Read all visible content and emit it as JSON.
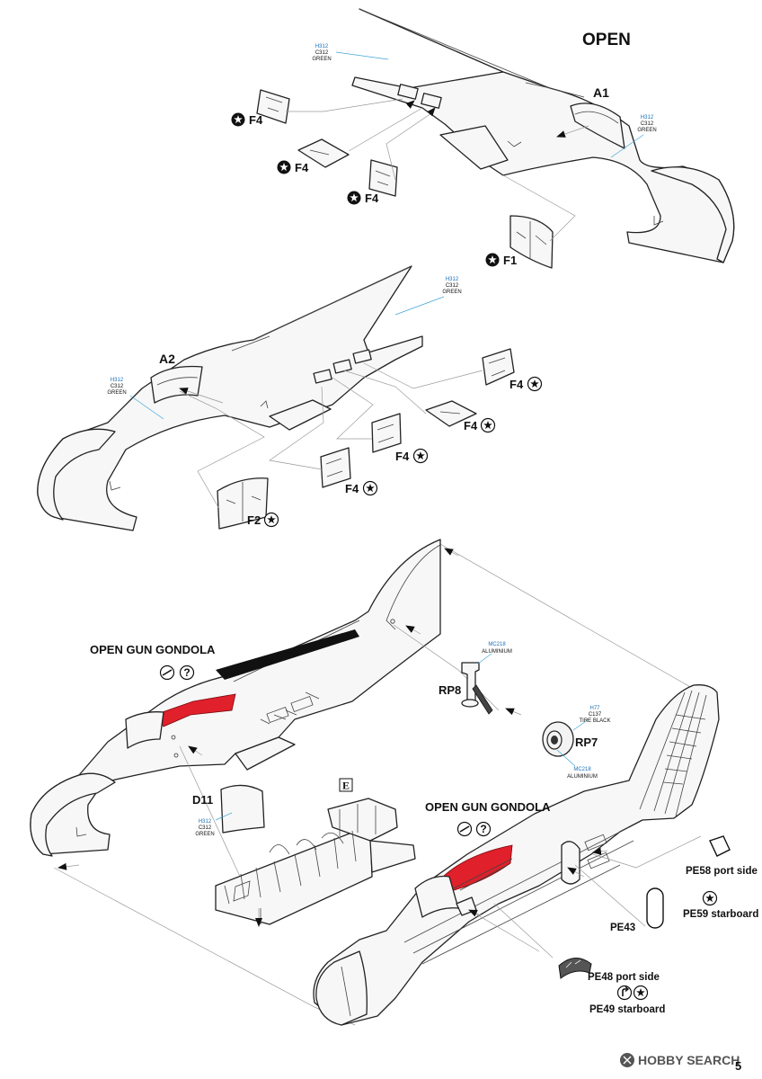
{
  "heading": "OPEN",
  "gondola_label": "OPEN GUN GONDOLA",
  "upper_assembly": {
    "part": "A1",
    "windows": [
      "F4",
      "F4",
      "F4",
      "F1"
    ]
  },
  "middle_assembly": {
    "part": "A2",
    "windows": [
      "F4",
      "F4",
      "F4",
      "F4",
      "F2"
    ]
  },
  "colour_callouts": {
    "canopy_green": {
      "codes": [
        "H312",
        "C312"
      ],
      "name": "GREEN"
    },
    "aluminium": {
      "codes": [
        "MC218"
      ],
      "name": "ALUMINIUM"
    },
    "tire": {
      "codes": [
        "H77",
        "C137"
      ],
      "name": "TIRE BLACK"
    }
  },
  "lower_parts": {
    "tail_wheel_strut": "RP8",
    "tail_wheel": "RP7",
    "headrest": "D11",
    "cockpit_tub_letter": "E",
    "pe_port_panel": "PE58 port side",
    "pe_starboard_panel": "PE59 starboard",
    "pe_oval_frame": "PE43",
    "pe_front_port": "PE48 port side",
    "pe_front_starboard": "PE49 starboard"
  },
  "page_number": "5",
  "watermark": "HOBBY SEARCH",
  "colors": {
    "gondola_red": "#e0202a",
    "callout_blue": "#1b6fb5",
    "outline": "#222222"
  }
}
